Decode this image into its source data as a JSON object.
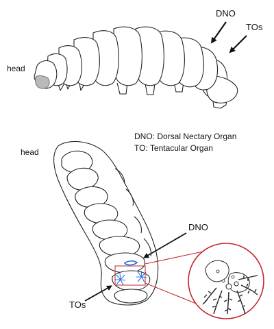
{
  "labels": {
    "head_top": "head",
    "dno_top": "DNO",
    "tos_top": "TOs",
    "head_bottom": "head",
    "dno_bottom": "DNO",
    "tos_bottom": "TOs"
  },
  "legend": {
    "line1": "DNO: Dorsal Nectary Organ",
    "line2": "TO: Tentacular Organ"
  },
  "colors": {
    "outline": "#222222",
    "organ_blue": "#2a6fdb",
    "inset_red": "#c0262b",
    "head_gray": "#b9b9b9"
  }
}
